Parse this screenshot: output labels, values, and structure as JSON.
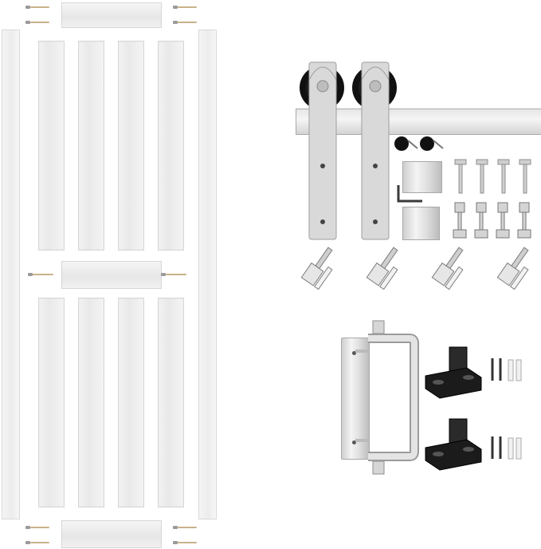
{
  "image": {
    "description_tags": [
      "barn-door-slab-kit",
      "track-hardware-kit",
      "handle-and-floor-guide-kit"
    ]
  },
  "colors": {
    "wood_white": "#efefef",
    "steel": "#d9d9d9",
    "wheel_black": "#111111",
    "guide_black": "#1b1b1b"
  }
}
